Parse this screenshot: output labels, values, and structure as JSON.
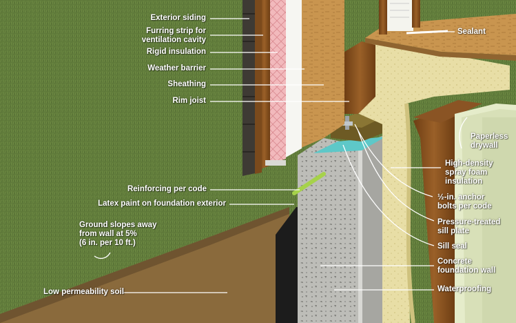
{
  "labels": {
    "exterior_siding": "Exterior siding",
    "furring_strip": "Furring strip for\nventilation cavity",
    "rigid_insulation": "Rigid insulation",
    "weather_barrier": "Weather barrier",
    "sheathing": "Sheathing",
    "rim_joist": "Rim joist",
    "reinforcing": "Reinforcing per code",
    "latex_paint": "Latex paint on foundation exterior",
    "ground_slopes": "Ground slopes away\nfrom wall at 5%\n(6 in. per 10 ft.)",
    "low_perm_soil": "Low permeability soil",
    "sealant": "Sealant",
    "paperless_drywall": "Paperless\ndrywall",
    "spray_foam": "High-density\nspray foam\ninsulation",
    "anchor_bolts": "½-in. anchor\nbolts per code",
    "sill_plate": "Pressure-treated\nsill plate",
    "sill_seal": "Sill seal",
    "concrete_wall": "Concrete\nfoundation wall",
    "waterproofing": "Waterproofing"
  },
  "colors": {
    "grass": "#5f7a3a",
    "soil": "#8a6a3c",
    "concrete": "#b9b9b4",
    "spray_foam": "#e6dca0",
    "rigid_insulation": "#f0b8b8",
    "wood": "#8a5424",
    "sheathing": "#c8964e",
    "sill_seal": "#5ec8c8",
    "drywall": "#e4ecc8"
  }
}
